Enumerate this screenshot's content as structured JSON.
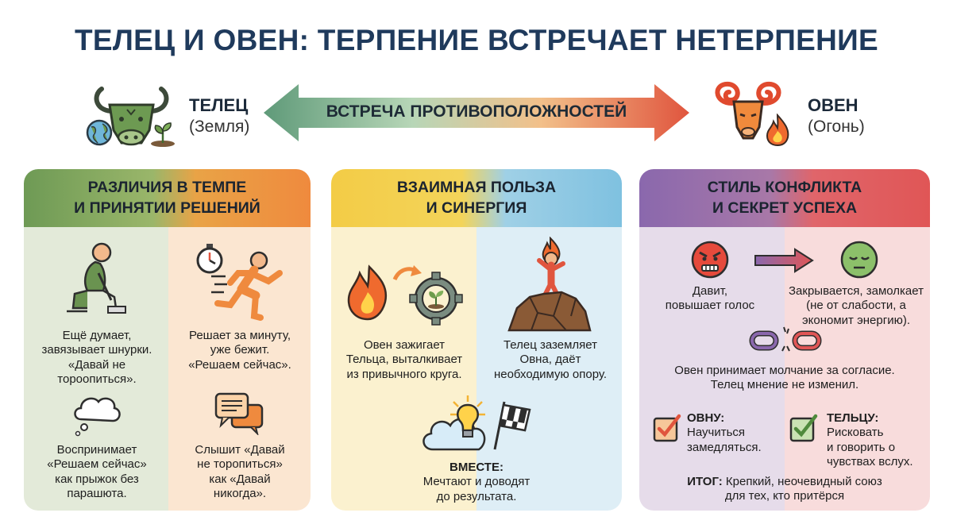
{
  "title": "ТЕЛЕЦ И ОВЕН: ТЕРПЕНИЕ ВСТРЕЧАЕТ НЕТЕРПЕНИЕ",
  "taurus": {
    "name": "ТЕЛЕЦ",
    "element": "(Земля)"
  },
  "aries": {
    "name": "ОВЕН",
    "element": "(Огонь)"
  },
  "meeting": "ВСТРЕЧА ПРОТИВОПОЛОЖНОСТЕЙ",
  "panel1": {
    "title_line1": "РАЗЛИЧИЯ В ТЕМПЕ",
    "title_line2": "И ПРИНЯТИИ РЕШЕНИЙ",
    "taurus_text": [
      "Ещё думает,",
      "завязывает шнурки.",
      "«Давай не",
      "тороопиться»."
    ],
    "aries_text": [
      "Решает за минуту,",
      "уже бежит.",
      "«Решаем сейчас»."
    ],
    "taurus_perceives": [
      "Воспринимает",
      "«Решаем сейчас»",
      "как прыжок без",
      "парашюта."
    ],
    "aries_hears": [
      "Слышит «Давай",
      "не торопиться»",
      "как «Давай",
      "никогда»."
    ]
  },
  "panel2": {
    "title_line1": "ВЗАИМНАЯ ПОЛЬЗА",
    "title_line2": "И СИНЕРГИЯ",
    "aries_text": [
      "Овен зажигает",
      "Тельца, выталкивает",
      "из привычного круга."
    ],
    "taurus_text": [
      "Телец заземляет",
      "Овна, даёт",
      "необходимую опору."
    ],
    "together_label": "ВМЕСТЕ:",
    "together_text": [
      "Мечтают и доводят",
      "до результата."
    ]
  },
  "panel3": {
    "title_line1": "СТИЛЬ КОНФЛИКТА",
    "title_line2": "И СЕКРЕТ УСПЕХА",
    "aries_conflict": [
      "Давит,",
      "повышает голос"
    ],
    "taurus_conflict": [
      "Закрывается, замолкает",
      "(не от слабости, а",
      "экономит энергию)."
    ],
    "silence_text": [
      "Овен принимает молчание за согласие.",
      "Телец мнение не изменил."
    ],
    "aries_tip_label": "ОВНУ:",
    "aries_tip": [
      "Научиться",
      "замедляться."
    ],
    "taurus_tip_label": "ТЕЛЬЦУ:",
    "taurus_tip": [
      "Рисковать",
      "и говорить о",
      "чувствах вслух."
    ],
    "result_label": "ИТОГ:",
    "result_line1": "Крепкий, неочевидный союз",
    "result_line2": "для тех, кто притёрся"
  },
  "colors": {
    "title": "#1f3a5c",
    "taurus_green": "#5e8a4f",
    "aries_orange": "#ef8a3e",
    "synergy_yellow": "#f3cc46",
    "synergy_blue": "#7fc1e0",
    "conflict_purple": "#8a68ad",
    "conflict_red": "#e05656"
  },
  "icons": [
    "bull-icon",
    "earth-globe-icon",
    "sprout-icon",
    "ram-icon",
    "fire-icon",
    "double-arrow-icon",
    "tying-shoes-person-icon",
    "running-person-icon",
    "stopwatch-icon",
    "thought-cloud-icon",
    "chat-bubbles-icon",
    "fire-to-gear-icon",
    "gear-sprout-icon",
    "fire-person-on-rock-icon",
    "cloud-lightbulb-flag-icon",
    "angry-face-icon",
    "right-arrow-icon",
    "calm-face-icon",
    "broken-chain-icon",
    "checkbox-icon"
  ]
}
